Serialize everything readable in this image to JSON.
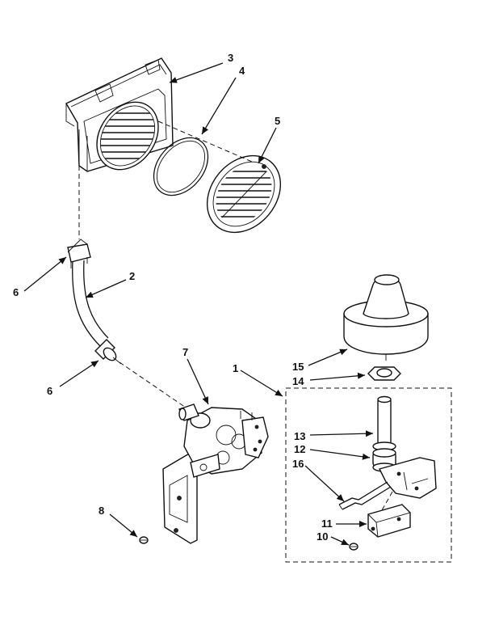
{
  "callouts": {
    "c1": "1",
    "c2": "2",
    "c3": "3",
    "c4": "4",
    "c5": "5",
    "c6a": "6",
    "c6b": "6",
    "c7": "7",
    "c8": "8",
    "c10": "10",
    "c11": "11",
    "c12": "12",
    "c13": "13",
    "c14": "14",
    "c15": "15",
    "c16": "16"
  }
}
